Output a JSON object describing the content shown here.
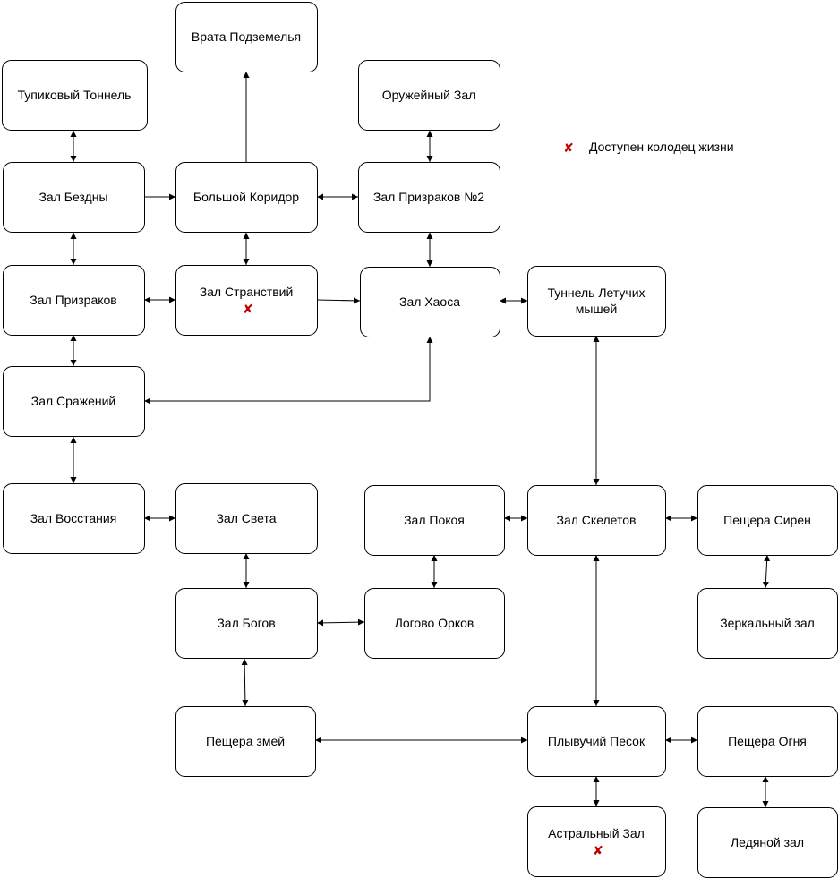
{
  "legend": {
    "marker": "✘",
    "text": "Доступен колодец жизни",
    "marker_color": "#c00000"
  },
  "nodes": {
    "vrata": {
      "lines": [
        "Врата Подземелья"
      ]
    },
    "tupik": {
      "lines": [
        "Тупиковый Тоннель"
      ]
    },
    "oruzh": {
      "lines": [
        "Оружейный Зал"
      ]
    },
    "bezdna": {
      "lines": [
        "Зал Бездны"
      ]
    },
    "koridor": {
      "lines": [
        "Большой Коридор"
      ]
    },
    "prizr2": {
      "lines": [
        "Зал Призраков №2"
      ]
    },
    "prizr": {
      "lines": [
        "Зал Призраков"
      ]
    },
    "strans": {
      "lines": [
        "Зал Странствий"
      ],
      "well": true
    },
    "haos": {
      "lines": [
        "Зал Хаоса"
      ]
    },
    "tunnel": {
      "lines": [
        "Туннель Летучих",
        "мышей"
      ]
    },
    "srazh": {
      "lines": [
        "Зал Сражений"
      ]
    },
    "vosst": {
      "lines": [
        "Зал Восстания"
      ]
    },
    "svet": {
      "lines": [
        "Зал Света"
      ]
    },
    "pokoy": {
      "lines": [
        "Зал Покоя"
      ]
    },
    "skelet": {
      "lines": [
        "Зал Скелетов"
      ]
    },
    "siren": {
      "lines": [
        "Пещера Сирен"
      ]
    },
    "bogi": {
      "lines": [
        "Зал Богов"
      ]
    },
    "orki": {
      "lines": [
        "Логово Орков"
      ]
    },
    "zerk": {
      "lines": [
        "Зеркальный зал"
      ]
    },
    "zmei": {
      "lines": [
        "Пещера змей"
      ]
    },
    "pesok": {
      "lines": [
        "Плывучий Песок"
      ]
    },
    "ogon": {
      "lines": [
        "Пещера Огня"
      ]
    },
    "astral": {
      "lines": [
        "Астральный Зал"
      ],
      "well": true
    },
    "led": {
      "lines": [
        "Ледяной зал"
      ]
    }
  },
  "edges": [
    {
      "from": "koridor",
      "to": "vrata",
      "dir": "forward"
    },
    {
      "from": "tupik",
      "to": "bezdna",
      "dir": "both"
    },
    {
      "from": "oruzh",
      "to": "prizr2",
      "dir": "both"
    },
    {
      "from": "bezdna",
      "to": "koridor",
      "dir": "forward"
    },
    {
      "from": "koridor",
      "to": "prizr2",
      "dir": "both"
    },
    {
      "from": "bezdna",
      "to": "prizr",
      "dir": "both"
    },
    {
      "from": "koridor",
      "to": "strans",
      "dir": "both"
    },
    {
      "from": "prizr2",
      "to": "haos",
      "dir": "both"
    },
    {
      "from": "prizr",
      "to": "strans",
      "dir": "both"
    },
    {
      "from": "strans",
      "to": "haos",
      "dir": "forward"
    },
    {
      "from": "haos",
      "to": "tunnel",
      "dir": "both"
    },
    {
      "from": "prizr",
      "to": "srazh",
      "dir": "both"
    },
    {
      "from": "haos",
      "to": "srazh",
      "dir": "both"
    },
    {
      "from": "srazh",
      "to": "vosst",
      "dir": "both"
    },
    {
      "from": "tunnel",
      "to": "skelet",
      "dir": "both"
    },
    {
      "from": "vosst",
      "to": "svet",
      "dir": "both"
    },
    {
      "from": "pokoy",
      "to": "skelet",
      "dir": "both"
    },
    {
      "from": "skelet",
      "to": "siren",
      "dir": "both"
    },
    {
      "from": "svet",
      "to": "bogi",
      "dir": "both"
    },
    {
      "from": "pokoy",
      "to": "orki",
      "dir": "both"
    },
    {
      "from": "siren",
      "to": "zerk",
      "dir": "both"
    },
    {
      "from": "bogi",
      "to": "orki",
      "dir": "both"
    },
    {
      "from": "bogi",
      "to": "zmei",
      "dir": "both"
    },
    {
      "from": "skelet",
      "to": "pesok",
      "dir": "both"
    },
    {
      "from": "zmei",
      "to": "pesok",
      "dir": "both"
    },
    {
      "from": "pesok",
      "to": "ogon",
      "dir": "both"
    },
    {
      "from": "pesok",
      "to": "astral",
      "dir": "both"
    },
    {
      "from": "ogon",
      "to": "led",
      "dir": "both"
    }
  ]
}
